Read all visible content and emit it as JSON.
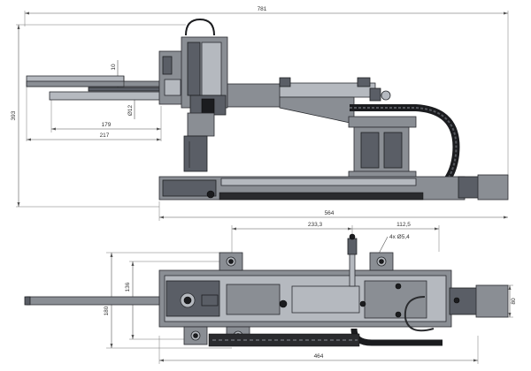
{
  "drawing": {
    "side_view": {
      "dim_overall_width": "781",
      "dim_overall_height": "393",
      "dim_finger_thickness": "10",
      "dim_finger_diameter": "Ø12",
      "dim_finger_length_1": "179",
      "dim_finger_length_2": "217",
      "dim_base_length": "564"
    },
    "top_view": {
      "dim_left_offset": "233,3",
      "dim_right_offset": "112,5",
      "dim_holes": "4x Ø5,4",
      "dim_height_outer": "180",
      "dim_height_inner": "136",
      "dim_motor_height": "80",
      "dim_base_length": "464"
    }
  },
  "colors": {
    "steel": "#8a8e94",
    "dark": "#1b1c1f",
    "dimension": "#555555"
  }
}
